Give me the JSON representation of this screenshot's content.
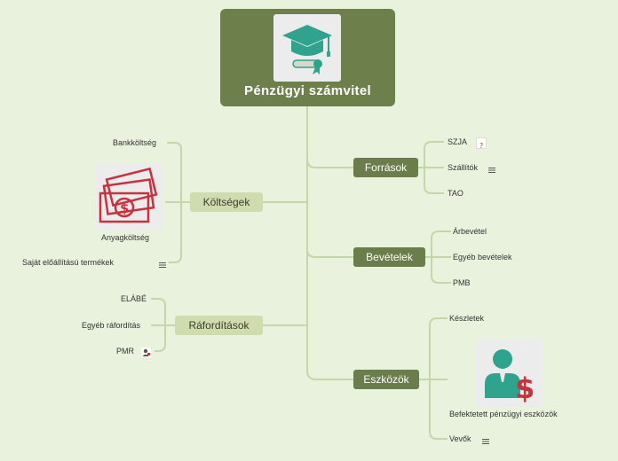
{
  "root": {
    "title": "Pénzügyi számvitel",
    "icon": "graduation-cap-diploma-icon"
  },
  "branches": {
    "forrasok": {
      "label": "Források",
      "leaves": [
        "SZJA",
        "Szállítók",
        "TAO"
      ]
    },
    "bevetelek": {
      "label": "Bevételek",
      "leaves": [
        "Árbevétel",
        "Egyéb bevételek",
        "PMB"
      ]
    },
    "eszkozok": {
      "label": "Eszközök",
      "leaves": [
        "Készletek",
        "Befektetett pénzügyi eszközök",
        "Vevők"
      ]
    },
    "koltsegek": {
      "label": "Költségek",
      "leaves": [
        "Bankköltség",
        "Anyagköltség",
        "Saját előállítású termékek"
      ]
    },
    "raforditasok": {
      "label": "Ráfordítások",
      "leaves": [
        "ELÁBÉ",
        "Egyéb ráfordítás",
        "PMR"
      ]
    }
  },
  "colors": {
    "background": "#e8f2dc",
    "dark_node": "#6b7d4a",
    "light_node": "#cfdcae",
    "line": "#c5d6a8"
  }
}
